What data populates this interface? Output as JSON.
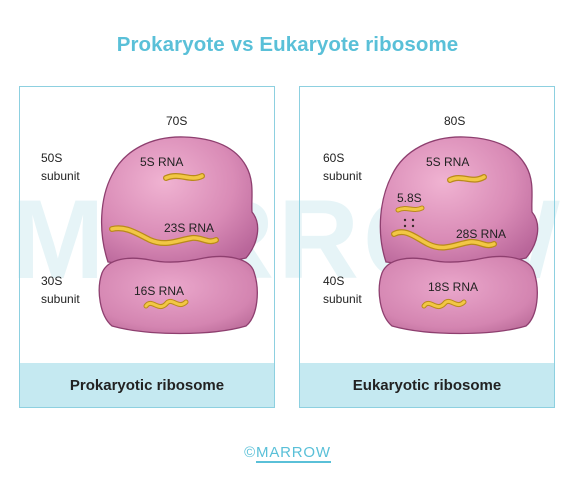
{
  "title": "Prokaryote vs Eukaryote ribosome",
  "watermark": "MARROW",
  "colors": {
    "title": "#5ac0d8",
    "panel_border": "#8dd0e0",
    "footer_bg": "#c5e9f1",
    "ribosome_fill": "#d98bb6",
    "ribosome_stroke": "#8e3f6f",
    "rna": "#f2c744"
  },
  "prokaryote": {
    "total_label": "70S",
    "large_subunit": {
      "size": "50S",
      "word": "subunit"
    },
    "small_subunit": {
      "size": "30S",
      "word": "subunit"
    },
    "rnas": [
      "5S RNA",
      "23S RNA",
      "16S RNA"
    ],
    "caption": "Prokaryotic ribosome"
  },
  "eukaryote": {
    "total_label": "80S",
    "large_subunit": {
      "size": "60S",
      "word": "subunit"
    },
    "small_subunit": {
      "size": "40S",
      "word": "subunit"
    },
    "rnas": [
      "5S RNA",
      "5.8S",
      "28S RNA",
      "18S RNA"
    ],
    "caption": "Eukaryotic ribosome"
  },
  "copyright": {
    "symbol": "©",
    "brand": "MARROW"
  }
}
